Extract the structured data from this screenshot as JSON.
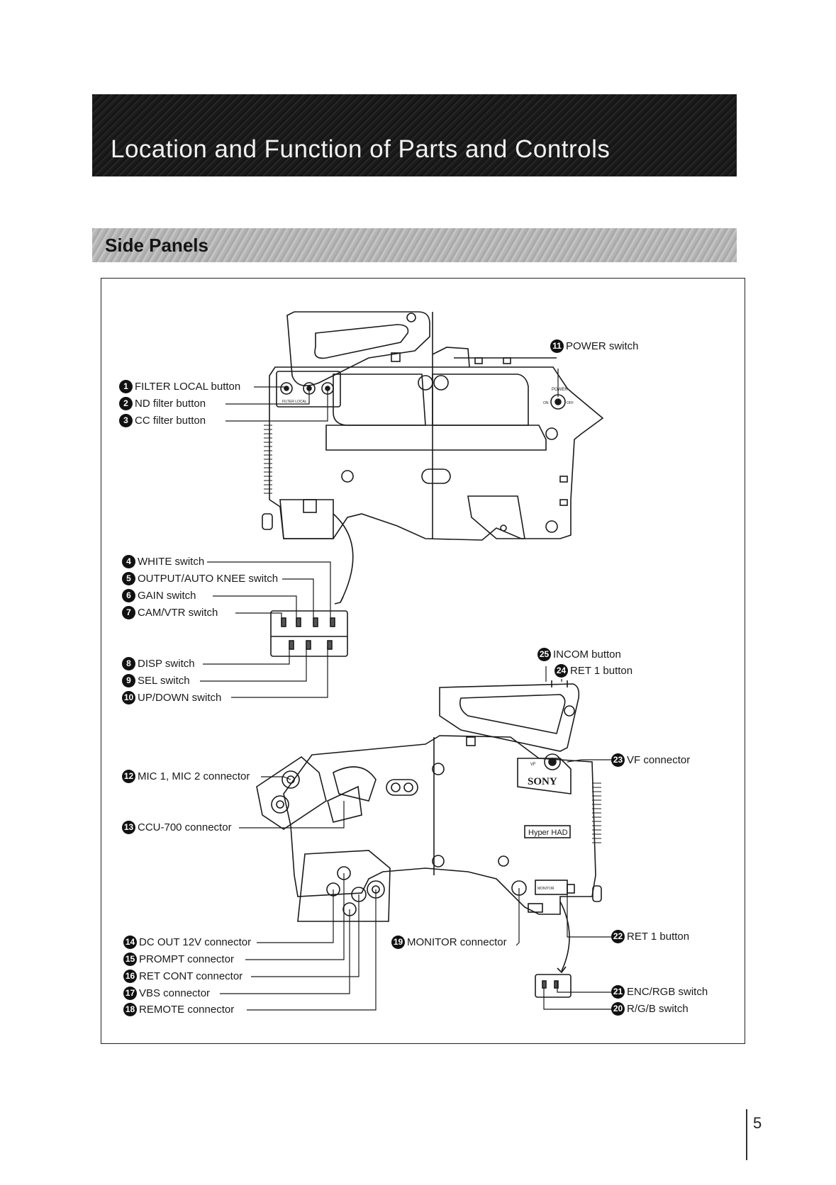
{
  "page": {
    "title": "Location and Function of Parts and Controls",
    "section": "Side Panels",
    "page_number": "5"
  },
  "camera_text": {
    "power_panel": "POWER",
    "on": "ON",
    "off": "OFF",
    "filter_panel": "FILTER LOCAL",
    "brand": "SONY",
    "badge": "Hyper HAD",
    "monitor_panel": "MONITOR",
    "vf": "VF"
  },
  "callouts": {
    "c1": {
      "num": "1",
      "label": "FILTER LOCAL button"
    },
    "c2": {
      "num": "2",
      "label": "ND filter button"
    },
    "c3": {
      "num": "3",
      "label": "CC filter button"
    },
    "c4": {
      "num": "4",
      "label": "WHITE switch"
    },
    "c5": {
      "num": "5",
      "label": "OUTPUT/AUTO KNEE switch"
    },
    "c6": {
      "num": "6",
      "label": "GAIN switch"
    },
    "c7": {
      "num": "7",
      "label": "CAM/VTR switch"
    },
    "c8": {
      "num": "8",
      "label": "DISP switch"
    },
    "c9": {
      "num": "9",
      "label": "SEL switch"
    },
    "c10": {
      "num": "10",
      "label": "UP/DOWN switch"
    },
    "c11": {
      "num": "11",
      "label": "POWER switch"
    },
    "c12": {
      "num": "12",
      "label": "MIC 1, MIC 2 connector"
    },
    "c13": {
      "num": "13",
      "label": "CCU-700 connector"
    },
    "c14": {
      "num": "14",
      "label": "DC OUT 12V connector"
    },
    "c15": {
      "num": "15",
      "label": "PROMPT connector"
    },
    "c16": {
      "num": "16",
      "label": "RET CONT connector"
    },
    "c17": {
      "num": "17",
      "label": "VBS connector"
    },
    "c18": {
      "num": "18",
      "label": "REMOTE connector"
    },
    "c19": {
      "num": "19",
      "label": "MONITOR connector"
    },
    "c20": {
      "num": "20",
      "label": "R/G/B switch"
    },
    "c21": {
      "num": "21",
      "label": "ENC/RGB switch"
    },
    "c22": {
      "num": "22",
      "label": "RET 1 button"
    },
    "c23": {
      "num": "23",
      "label": "VF connector"
    },
    "c24": {
      "num": "24",
      "label": "RET 1 button"
    },
    "c25": {
      "num": "25",
      "label": "INCOM button"
    }
  }
}
